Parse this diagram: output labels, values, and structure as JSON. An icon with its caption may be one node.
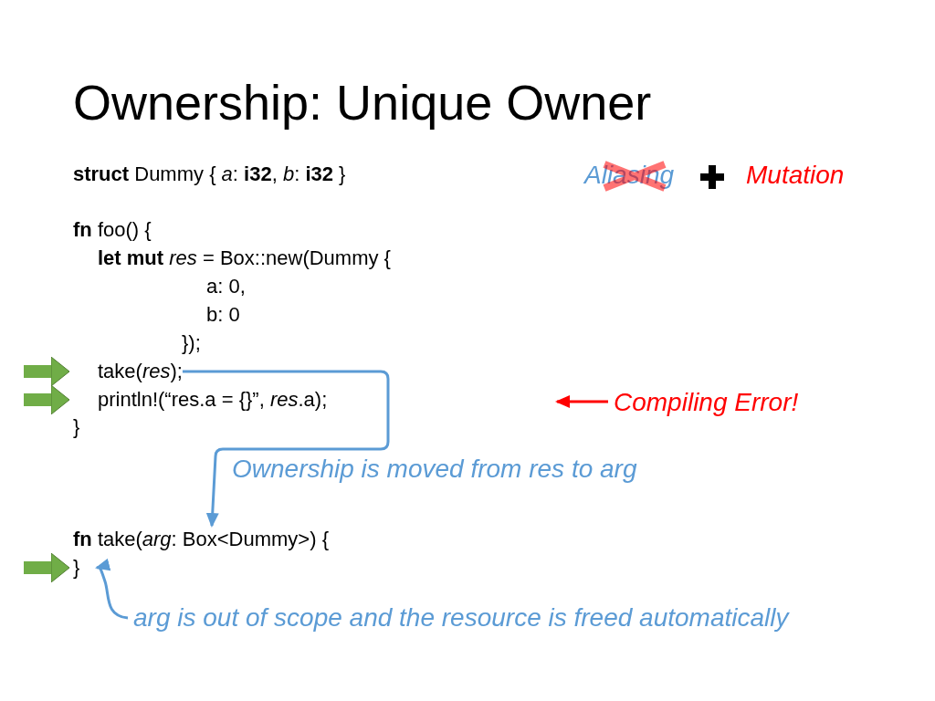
{
  "diagram": {
    "title": "Ownership: Unique Owner",
    "nodes": [
      {
        "text": [
          "**struct** Dummy { *a*: **i32**, *b*: **i32** }"
        ]
      },
      {
        "text": [
          "**fn** foo() {"
        ]
      },
      {
        "text": [
          "**let mut** *res* = Box::new(Dummy {"
        ]
      },
      {
        "text": [
          "a: 0,"
        ]
      },
      {
        "text": [
          "b: 0"
        ]
      },
      {
        "text": [
          "});"
        ]
      },
      {
        "text": [
          "take(*res*);"
        ]
      },
      {
        "text": [
          "println!(“res.a = {}”, *res*.a);"
        ]
      },
      {
        "text": [
          "}"
        ]
      },
      {
        "text": [
          "**fn** take(*arg*: Box<Dummy>) {"
        ]
      },
      {
        "text": [
          "}"
        ]
      },
      {
        "text": [
          "Compiling Error!"
        ]
      },
      {
        "text": [
          "arg is out of scope and the resource is freed automatically"
        ]
      }
    ],
    "edges": [
      {
        "from": null,
        "to": 6,
        "arrow": "to",
        "style": "thick",
        "color": "#70ad47"
      },
      {
        "from": null,
        "to": 7,
        "arrow": "to",
        "style": "thick",
        "color": "#70ad47"
      },
      {
        "from": null,
        "to": 10,
        "arrow": "to",
        "style": "thick",
        "color": "#70ad47"
      },
      {
        "from": 11,
        "to": null,
        "arrow": "to",
        "color": "#ff0000"
      },
      {
        "from": 6,
        "to": 9,
        "arrow": "to",
        "color": "#5b9bd5"
      },
      {
        "from": 12,
        "to": 10,
        "arrow": "to",
        "color": "#5b9bd5"
      }
    ],
    "labels": [
      "Aliasing",
      "Mutation",
      "Ownership is moved from res to arg"
    ]
  }
}
